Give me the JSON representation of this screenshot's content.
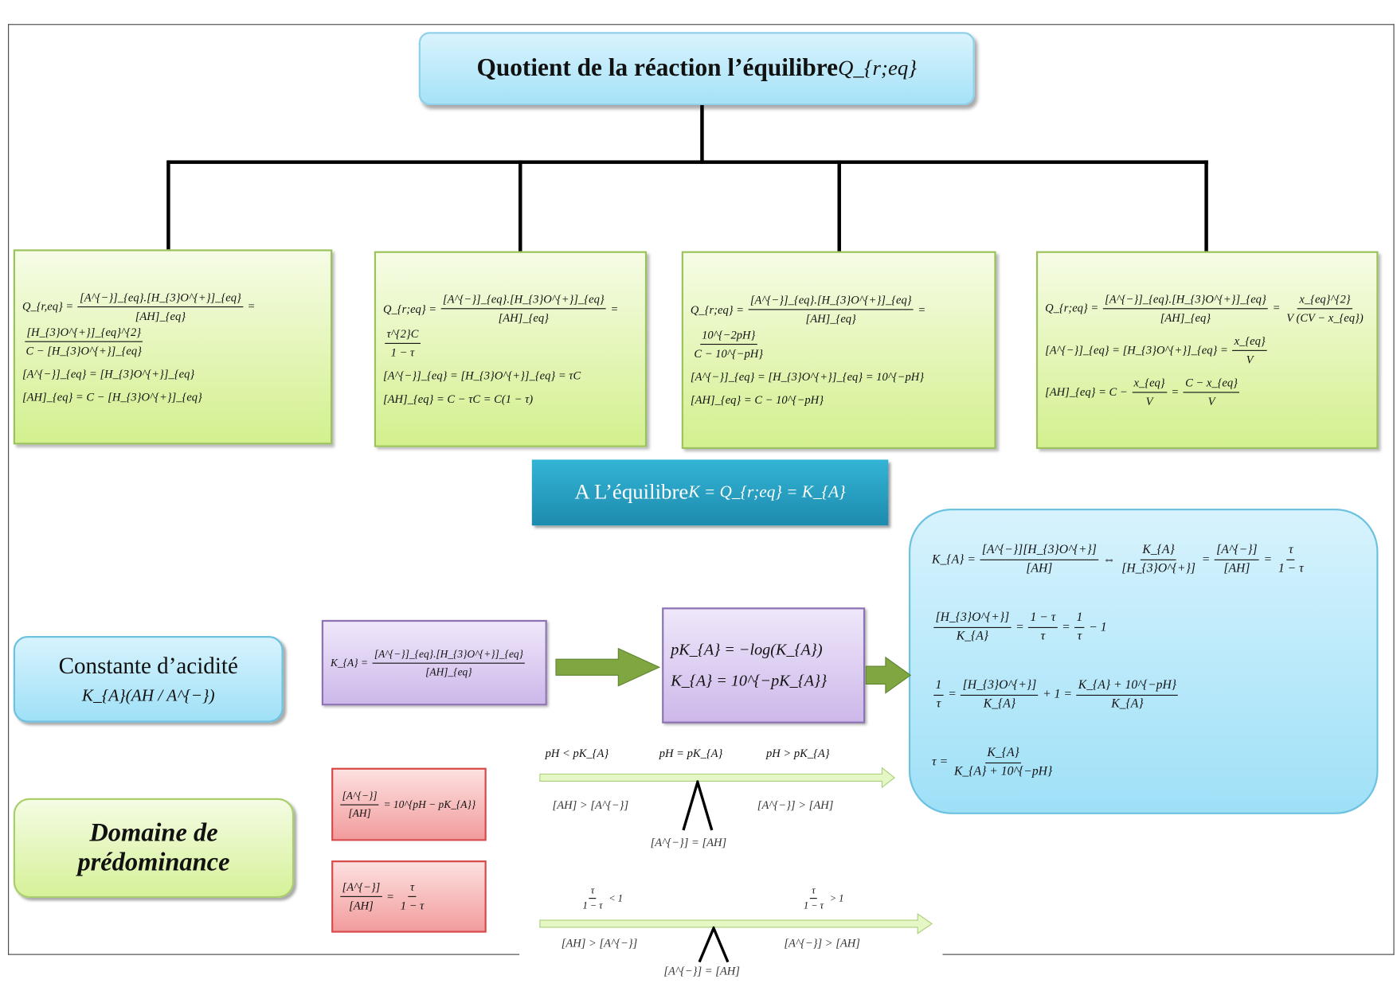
{
  "title": {
    "text": "Quotient de la réaction l’équilibre ",
    "symbol": "Q_{r;eq}"
  },
  "boxes": [
    {
      "lines": [
        [
          "Q_{r,eq} = ",
          {
            "n": "[A^{−}]_{eq}.[H_{3}O^{+}]_{eq}",
            "d": "[AH]_{eq}"
          },
          " = ",
          {
            "n": "[H_{3}O^{+}]_{eq}^{2}",
            "d": "C − [H_{3}O^{+}]_{eq}"
          }
        ],
        [
          "[A^{−}]_{eq} = [H_{3}O^{+}]_{eq}"
        ],
        [
          "[AH]_{eq} = C − [H_{3}O^{+}]_{eq}"
        ]
      ]
    },
    {
      "lines": [
        [
          "Q_{r;eq} = ",
          {
            "n": "[A^{−}]_{eq}.[H_{3}O^{+}]_{eq}",
            "d": "[AH]_{eq}"
          },
          " = ",
          {
            "n": "τ^{2}C",
            "d": "1 − τ"
          }
        ],
        [
          "[A^{−}]_{eq} = [H_{3}O^{+}]_{eq} = τC"
        ],
        [
          "[AH]_{eq} = C − τC = C(1 − τ)"
        ]
      ]
    },
    {
      "lines": [
        [
          "Q_{r;eq} = ",
          {
            "n": "[A^{−}]_{eq}.[H_{3}O^{+}]_{eq}",
            "d": "[AH]_{eq}"
          },
          " = ",
          {
            "n": "10^{−2pH}",
            "d": "C − 10^{−pH}"
          }
        ],
        [
          "[A^{−}]_{eq} = [H_{3}O^{+}]_{eq} = 10^{−pH}"
        ],
        [
          "[AH]_{eq} = C − 10^{−pH}"
        ]
      ]
    },
    {
      "lines": [
        [
          "Q_{r;eq} = ",
          {
            "n": "[A^{−}]_{eq}.[H_{3}O^{+}]_{eq}",
            "d": "[AH]_{eq}"
          },
          " = ",
          {
            "n": "x_{eq}^{2}",
            "d": "V (CV − x_{eq})"
          }
        ],
        [
          "[A^{−}]_{eq} = [H_{3}O^{+}]_{eq} = ",
          {
            "n": "x_{eq}",
            "d": "V"
          }
        ],
        [
          "[AH]_{eq} = C − ",
          {
            "n": "x_{eq}",
            "d": "V"
          },
          " = ",
          {
            "n": "C − x_{eq}",
            "d": "V"
          }
        ]
      ]
    }
  ],
  "equilibrium": {
    "text": "A L’équilibre ",
    "formula": [
      "K = Q_{r;eq} = K_{A}"
    ]
  },
  "ka_relations": [
    [
      "K_{A} = ",
      {
        "n": "[A^{−}][H_{3}O^{+}]",
        "d": "[AH]"
      },
      " ⇔ ",
      {
        "n": "K_{A}",
        "d": "[H_{3}O^{+}]"
      },
      " = ",
      {
        "n": "[A^{−}]",
        "d": "[AH]"
      },
      " = ",
      {
        "n": "τ",
        "d": "1 − τ"
      }
    ],
    [
      {
        "n": "[H_{3}O^{+}]",
        "d": "K_{A}"
      },
      " = ",
      {
        "n": "1 − τ",
        "d": "τ"
      },
      " = ",
      {
        "n": "1",
        "d": "τ"
      },
      " − 1"
    ],
    [
      {
        "n": "1",
        "d": "τ"
      },
      " = ",
      {
        "n": "[H_{3}O^{+}]",
        "d": "K_{A}"
      },
      " + 1 = ",
      {
        "n": "K_{A} + 10^{−pH}",
        "d": "K_{A}"
      }
    ],
    [
      "τ = ",
      {
        "n": "K_{A}",
        "d": "K_{A} + 10^{−pH}"
      }
    ]
  ],
  "acidity": {
    "label": "Constante d’acidité",
    "formula": [
      "K_{A}(AH / A^{−})"
    ]
  },
  "ka_definition": [
    "K_{A} = ",
    {
      "n": "[A^{−}]_{eq}.[H_{3}O^{+}]_{eq}",
      "d": "[AH]_{eq}"
    }
  ],
  "pka": [
    [
      "pK_{A} = −log(K_{A})"
    ],
    [
      "K_{A} = 10^{−pK_{A}}"
    ]
  ],
  "domain": {
    "line1": "Domaine de",
    "line2": "prédominance"
  },
  "ratios": [
    [
      {
        "n": "[A^{−}]",
        "d": "[AH]"
      },
      " = 10^{pH − pK_{A}}"
    ],
    [
      {
        "n": "[A^{−}]",
        "d": "[AH]"
      },
      " = ",
      {
        "n": "τ",
        "d": "1 − τ"
      }
    ]
  ],
  "scale_ph": {
    "top": [
      [
        "pH < pK_{A}"
      ],
      [
        "pH = pK_{A}"
      ],
      [
        "pH > pK_{A}"
      ]
    ],
    "left": [
      "[AH] > [A^{−}]"
    ],
    "right": [
      "[A^{−}] > [AH]"
    ],
    "center": [
      "[A^{−}] = [AH]"
    ]
  },
  "scale_tau": {
    "top": [
      [
        {
          "n": "τ",
          "d": "1 − τ"
        },
        " < 1"
      ],
      [
        {
          "n": "τ",
          "d": "1 − τ"
        },
        " > 1"
      ]
    ],
    "left": [
      "[AH] > [A^{−}]"
    ],
    "right": [
      "[A^{−}] > [AH]"
    ],
    "center": [
      "[A^{−}] = [AH]"
    ]
  },
  "colors": {
    "title_bg": "#a5e2f8",
    "green_bg": "#d3f08e",
    "teal": "#1d8bad",
    "purple": "#cdb8ea",
    "red": "#f29c9c",
    "arrow": "#7fa641"
  }
}
